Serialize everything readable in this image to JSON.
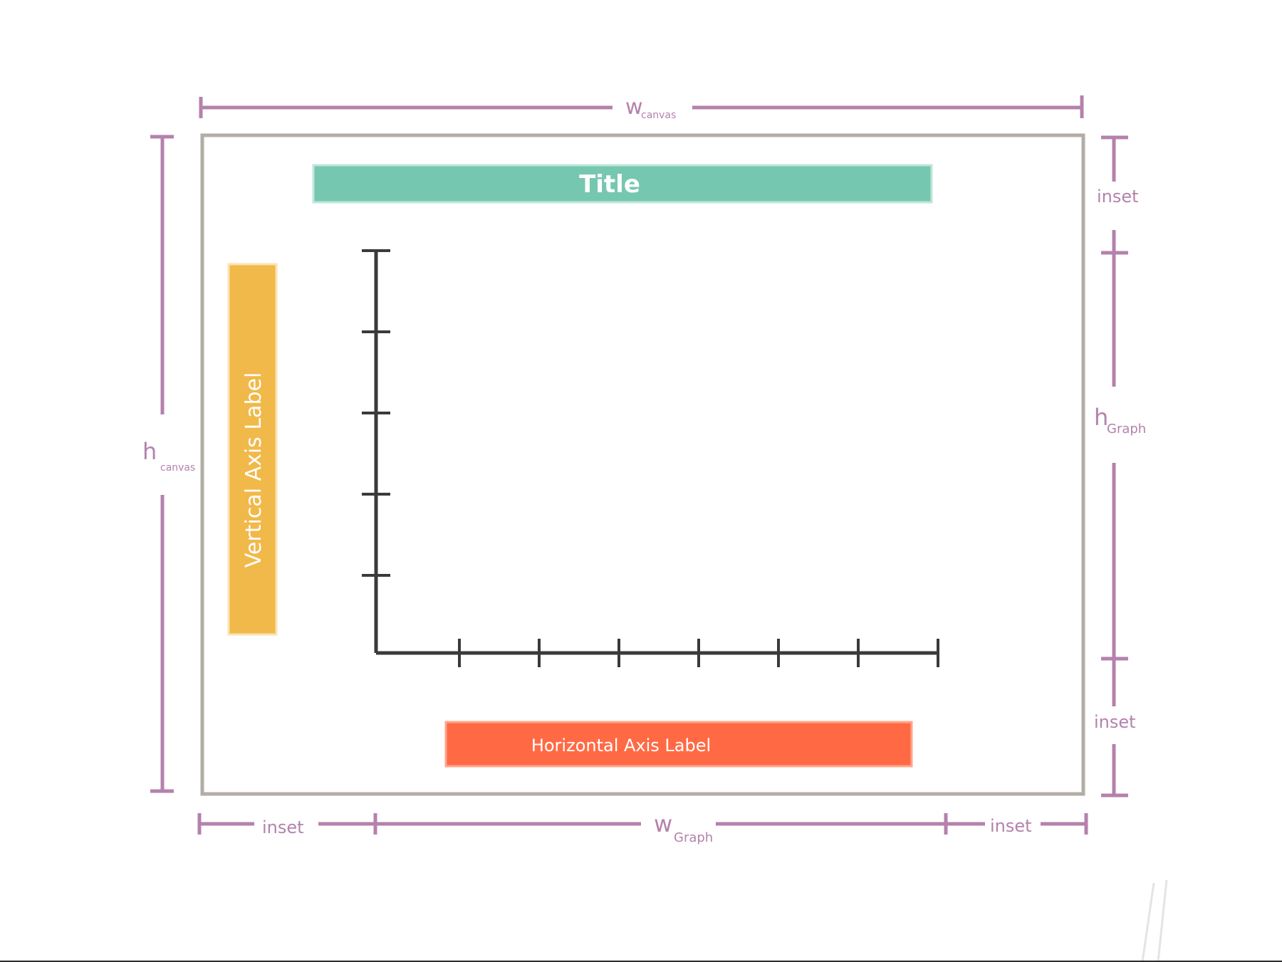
{
  "colors": {
    "dimension": "#b482ac",
    "canvas_border": "#b3aea5",
    "title_band": "#76c7b0",
    "vertical_band": "#f1b94a",
    "horizontal_band": "#ff6a45",
    "axes": "#3a3a3a"
  },
  "labels": {
    "title": "Title",
    "vertical_axis": "Vertical Axis Label",
    "horizontal_axis": "Horizontal Axis Label"
  },
  "dimensions": {
    "w_canvas": {
      "main": "w",
      "sub": "canvas"
    },
    "h_canvas": {
      "main": "h",
      "sub": "canvas"
    },
    "w_graph": {
      "main": "w",
      "sub": "Graph"
    },
    "h_graph": {
      "main": "h",
      "sub": "Graph"
    },
    "inset_left": "inset",
    "inset_right": "inset",
    "inset_top": "inset",
    "inset_bottom": "inset"
  },
  "axes": {
    "y_tick_count": 5,
    "x_tick_count": 7
  }
}
